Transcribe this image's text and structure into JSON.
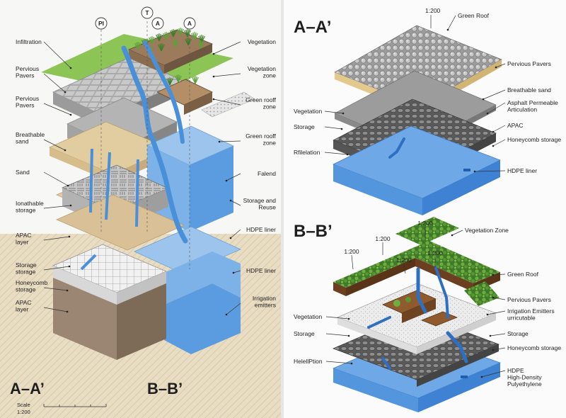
{
  "left_panel": {
    "markers": [
      "PI",
      "T",
      "A",
      "A"
    ],
    "labels_left": [
      "Infiltration",
      "Pervious\nPavers",
      "Pervious\nPavers",
      "Breathable\nsand",
      "Sand",
      "Ionathable\nstorage",
      "APAC\nlayer",
      "Storage\nstorage",
      "Honeycomb\nstorage",
      "APAC\nlayer"
    ],
    "labels_right": [
      "Vegetation",
      "Vegetation\nzone",
      "Green rooff\nzone",
      "Green rooff\nzone",
      "Falend",
      "Storage and\nReuse",
      "HDPE liner",
      "HDPE liner",
      "Irrigation\nemitters"
    ],
    "title_aa": "A–A’",
    "title_bb": "B–B’",
    "scale_label": "Scale",
    "scale_value": "1:200"
  },
  "right_panel": {
    "aa": {
      "title": "A–A’",
      "scale_tag": "1:200",
      "labels_right": [
        "Green Roof",
        "Pervious Pavers",
        "Breathable sand",
        "Asphalt Permeable\nArticulation",
        "APAC",
        "Honeycomb storage",
        "HDPE liner"
      ],
      "labels_left": [
        "Vegetation",
        "Storage",
        "Rfilelation"
      ]
    },
    "bb": {
      "title": "B–B’",
      "scale_tags": [
        "1:200",
        "1:200",
        "1:200",
        "1:200",
        "1:200"
      ],
      "labels_right": [
        "Vegetation Zone",
        "Green Roof",
        "Pervious Pavers",
        "Irrigation Emitters\nurricutable",
        "Storage",
        "Honeycomb storage",
        "HDPE\nHigh-Density\nPulyethylene"
      ],
      "labels_left": [
        "Vegetation",
        "Storage",
        "HelellPtion"
      ]
    }
  },
  "colors": {
    "grass": "#8cc456",
    "paver": "#b7b7b7",
    "sand": "#e2cda0",
    "tan": "#c9ab7e",
    "soil": "#9a8672",
    "water": "#4a90d9",
    "water_light": "#9cc4ec",
    "dark": "#3d3d3d"
  }
}
